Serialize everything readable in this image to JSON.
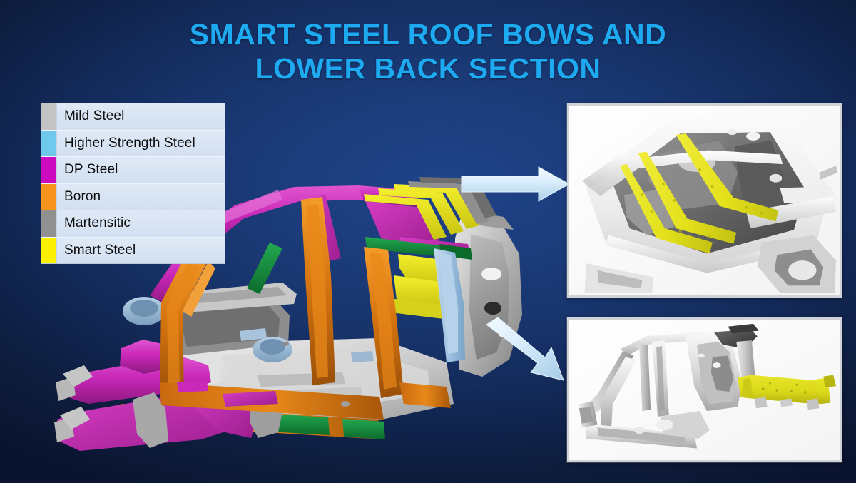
{
  "slide": {
    "background_dark": "#0c1730",
    "background_center": "#1f4489"
  },
  "title": {
    "line1": "SMART STEEL ROOF BOWS AND",
    "line2": "LOWER BACK SECTION",
    "color": "#1eaaf0"
  },
  "legend": {
    "background": "#dbe6f4",
    "items": [
      {
        "label": "Mild Steel",
        "color": "#c3c3c3"
      },
      {
        "label": "Higher Strength Steel",
        "color": "#6fc9ed"
      },
      {
        "label": "DP Steel",
        "color": "#cc0bbf"
      },
      {
        "label": "Boron",
        "color": "#f7941e"
      },
      {
        "label": "Martensitic",
        "color": "#909090"
      },
      {
        "label": "Smart Steel",
        "color": "#fbf000"
      }
    ]
  },
  "arrows": [
    {
      "name": "arrow-to-roof-detail",
      "direction": "right",
      "color": "#d6ecfb"
    },
    {
      "name": "arrow-to-bodyside-detail",
      "direction": "down-right",
      "color": "#d6ecfb"
    }
  ],
  "panels": [
    {
      "name": "roof-bows-detail",
      "caption": "",
      "highlight_color": "#e3e01a",
      "subject": "vehicle roof structure with three smart steel roof bows",
      "highlight_count": 3
    },
    {
      "name": "lower-back-section-detail",
      "caption": "",
      "highlight_color": "#dcd91a",
      "subject": "vehicle body side frame with smart steel lower back section",
      "highlight_count": 1
    }
  ],
  "car_render": {
    "name": "body-in-white-material-map",
    "subject": "cutaway vehicle body-in-white showing steel grade distribution",
    "colors": {
      "mild_steel": "#c3c3c3",
      "higher_strength_steel": "#a8c8e6",
      "dp_steel": "#c928b8",
      "boron": "#d2720f",
      "boron_light": "#f2941f",
      "martensitic": "#8f8f8f",
      "smart_steel": "#e8e31d",
      "green_accent": "#0f8c3c",
      "panel_light": "#e6e6e6",
      "panel_mid": "#b4b4b4",
      "panel_dark": "#6e6e6e",
      "bracket_blue": "#8fb4d4"
    }
  }
}
